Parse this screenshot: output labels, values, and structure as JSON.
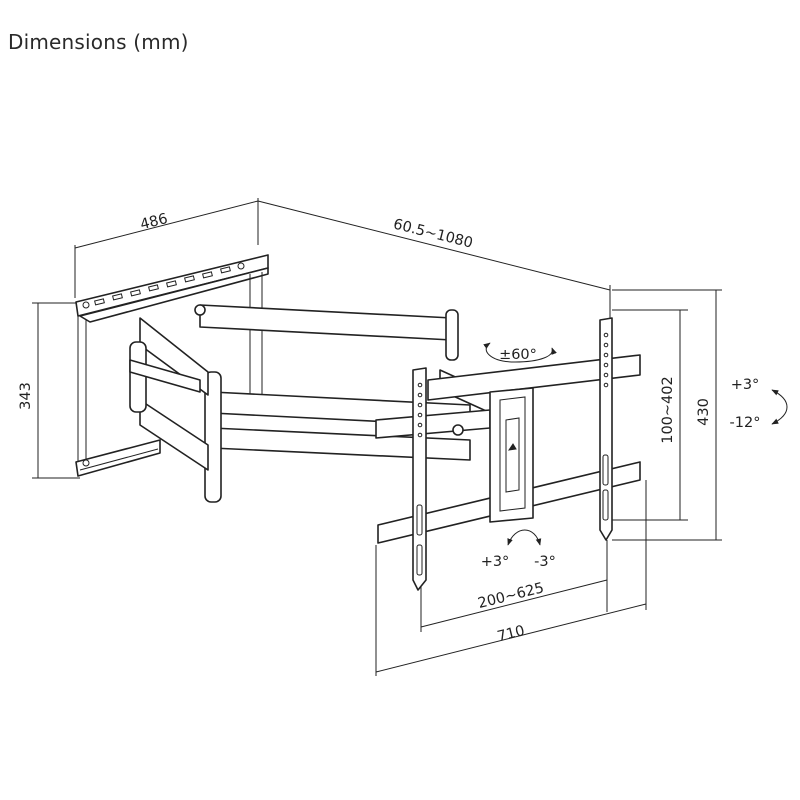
{
  "title": "Dimensions (mm)",
  "dimensions": {
    "wall_plate_width": "486",
    "arm_extension": "60.5~1080",
    "wall_plate_height": "343",
    "vesa_vertical": "100~402",
    "bracket_height": "430",
    "vesa_horizontal": "200~625",
    "bracket_width": "710"
  },
  "adjustments": {
    "swivel": "±60°",
    "tilt_up": "+3°",
    "tilt_down": "-12°",
    "roll_left": "+3°",
    "roll_right": "-3°"
  }
}
